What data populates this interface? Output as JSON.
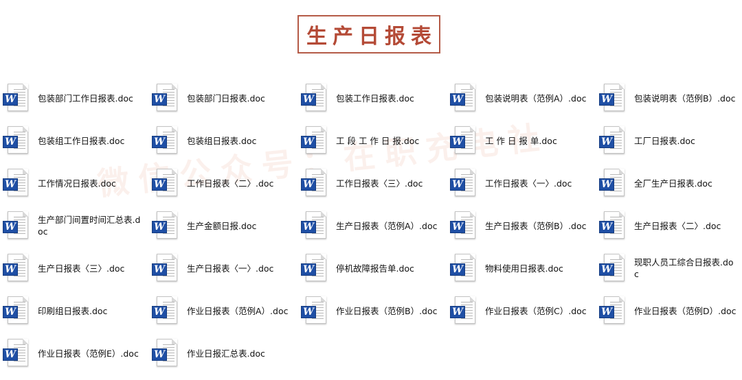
{
  "title": "生产日报表",
  "watermark": "微信公众号：在职充电社",
  "icon": "word-doc-icon",
  "brand_color": "#b44a36",
  "files": [
    "包装部门工作日报表.doc",
    "包装部门日报表.doc",
    "包装工作日报表.doc",
    "包装说明表（范例A）.doc",
    "包装说明表（范例B）.doc",
    "包装组工作日报表.doc",
    "包装组日报表.doc",
    "工 段 工 作 日 报.doc",
    "工 作 日 报 单.doc",
    "工厂日报表.doc",
    "工作情况日报表.doc",
    "工作日报表〈二〉.doc",
    "工作日报表〈三〉.doc",
    "工作日报表〈一〉.doc",
    "全厂生产日报表.doc",
    "生产部门间置时间汇总表.doc",
    "生产金额日报.doc",
    "生产日报表（范例A）.doc",
    "生产日报表（范例B）.doc",
    "生产日报表〈二〉.doc",
    "生产日报表〈三〉.doc",
    "生产日报表〈一〉.doc",
    "停机故障报告单.doc",
    "物料使用日报表.doc",
    "现职人员工综合日报表.doc",
    "印刷组日报表.doc",
    "作业日报表（范例A）.doc",
    "作业日报表（范例B）.doc",
    "作业日报表（范例C）.doc",
    "作业日报表（范例D）.doc",
    "作业日报表（范例E）.doc",
    "作业日报汇总表.doc"
  ]
}
